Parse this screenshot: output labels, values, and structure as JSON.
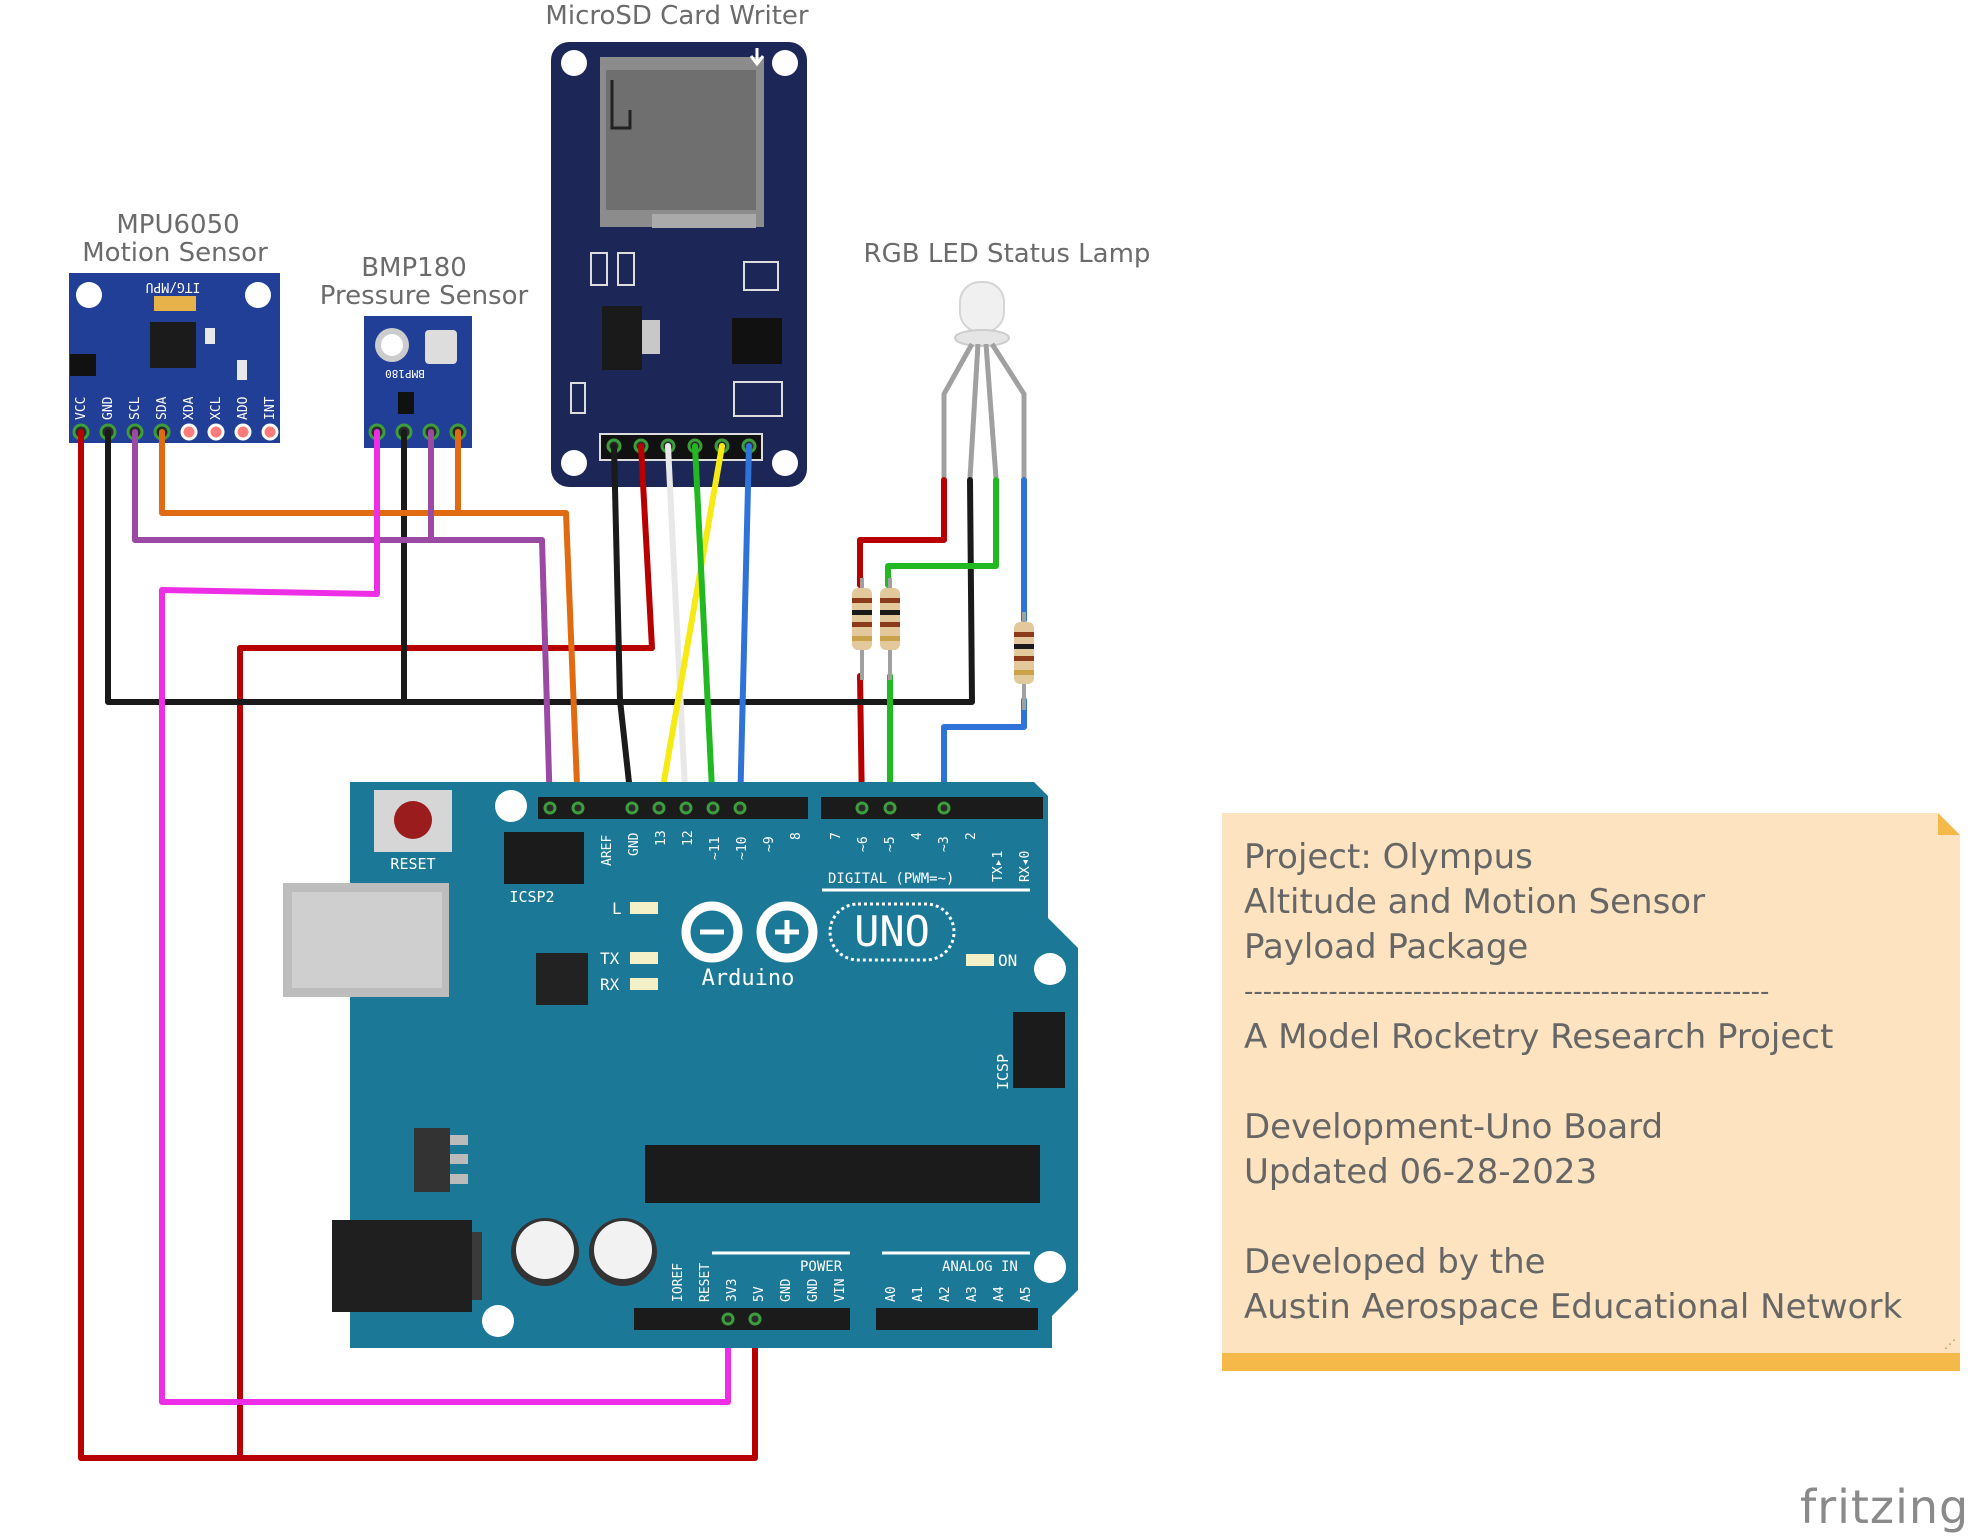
{
  "labels": {
    "microsd": "MicroSD Card Writer",
    "rgb_led": "RGB LED Status Lamp",
    "mpu_line1": "MPU6050",
    "mpu_line2": "Motion Sensor",
    "bmp_line1": "BMP180",
    "bmp_line2": "Pressure Sensor"
  },
  "mpu_board": {
    "chip_text": "ITG/MPU",
    "pins": [
      "VCC",
      "GND",
      "SCL",
      "SDA",
      "XDA",
      "XCL",
      "ADO",
      "INT"
    ]
  },
  "bmp_board": {
    "chip_text": "BMP180"
  },
  "arduino": {
    "reset": "RESET",
    "icsp2": "ICSP2",
    "icsp": "ICSP",
    "logo_word": "Arduino",
    "logo_model": "UNO",
    "digital_header": "DIGITAL (PWM=~)",
    "power_header": "POWER",
    "analog_header": "ANALOG IN",
    "led_l": "L",
    "led_tx": "TX",
    "led_rx": "RX",
    "led_on": "ON",
    "digital_pins_left": [
      "AREF",
      "GND",
      "13",
      "12",
      "~11",
      "~10",
      "~9",
      "8"
    ],
    "digital_pins_right": [
      "7",
      "~6",
      "~5",
      "4",
      "~3",
      "2",
      "TX▸1",
      "RX◂0"
    ],
    "power_pins": [
      "IOREF",
      "RESET",
      "3V3",
      "5V",
      "GND",
      "GND",
      "VIN"
    ],
    "analog_pins": [
      "A0",
      "A1",
      "A2",
      "A3",
      "A4",
      "A5"
    ]
  },
  "note": {
    "lines_block1": [
      "Project: Olympus",
      "Altitude and Motion Sensor",
      "Payload Package"
    ],
    "divider": "--------------------------------------------------------",
    "tagline": "A Model Rocketry Research Project",
    "lines_block2": [
      "Development-Uno Board",
      "Updated 06-28-2023"
    ],
    "lines_block3": [
      "Developed by the",
      "Austin Aerospace Educational Network"
    ]
  },
  "brand": "fritzing",
  "colors": {
    "board_blue": "#1b7897",
    "sensor_blue": "#213f96",
    "sd_navy": "#1c2757",
    "wire_red": "#b80000",
    "wire_black": "#1a1a1a",
    "wire_orange": "#e06b12",
    "wire_purple": "#9a4aa3",
    "wire_magenta": "#ee2ee6",
    "wire_yellow": "#f5ea13",
    "wire_white": "#e8e8e8",
    "wire_green": "#22b822",
    "wire_blue": "#2f72d8",
    "note_bg": "#fde3bf",
    "note_border": "#f5b94a"
  }
}
